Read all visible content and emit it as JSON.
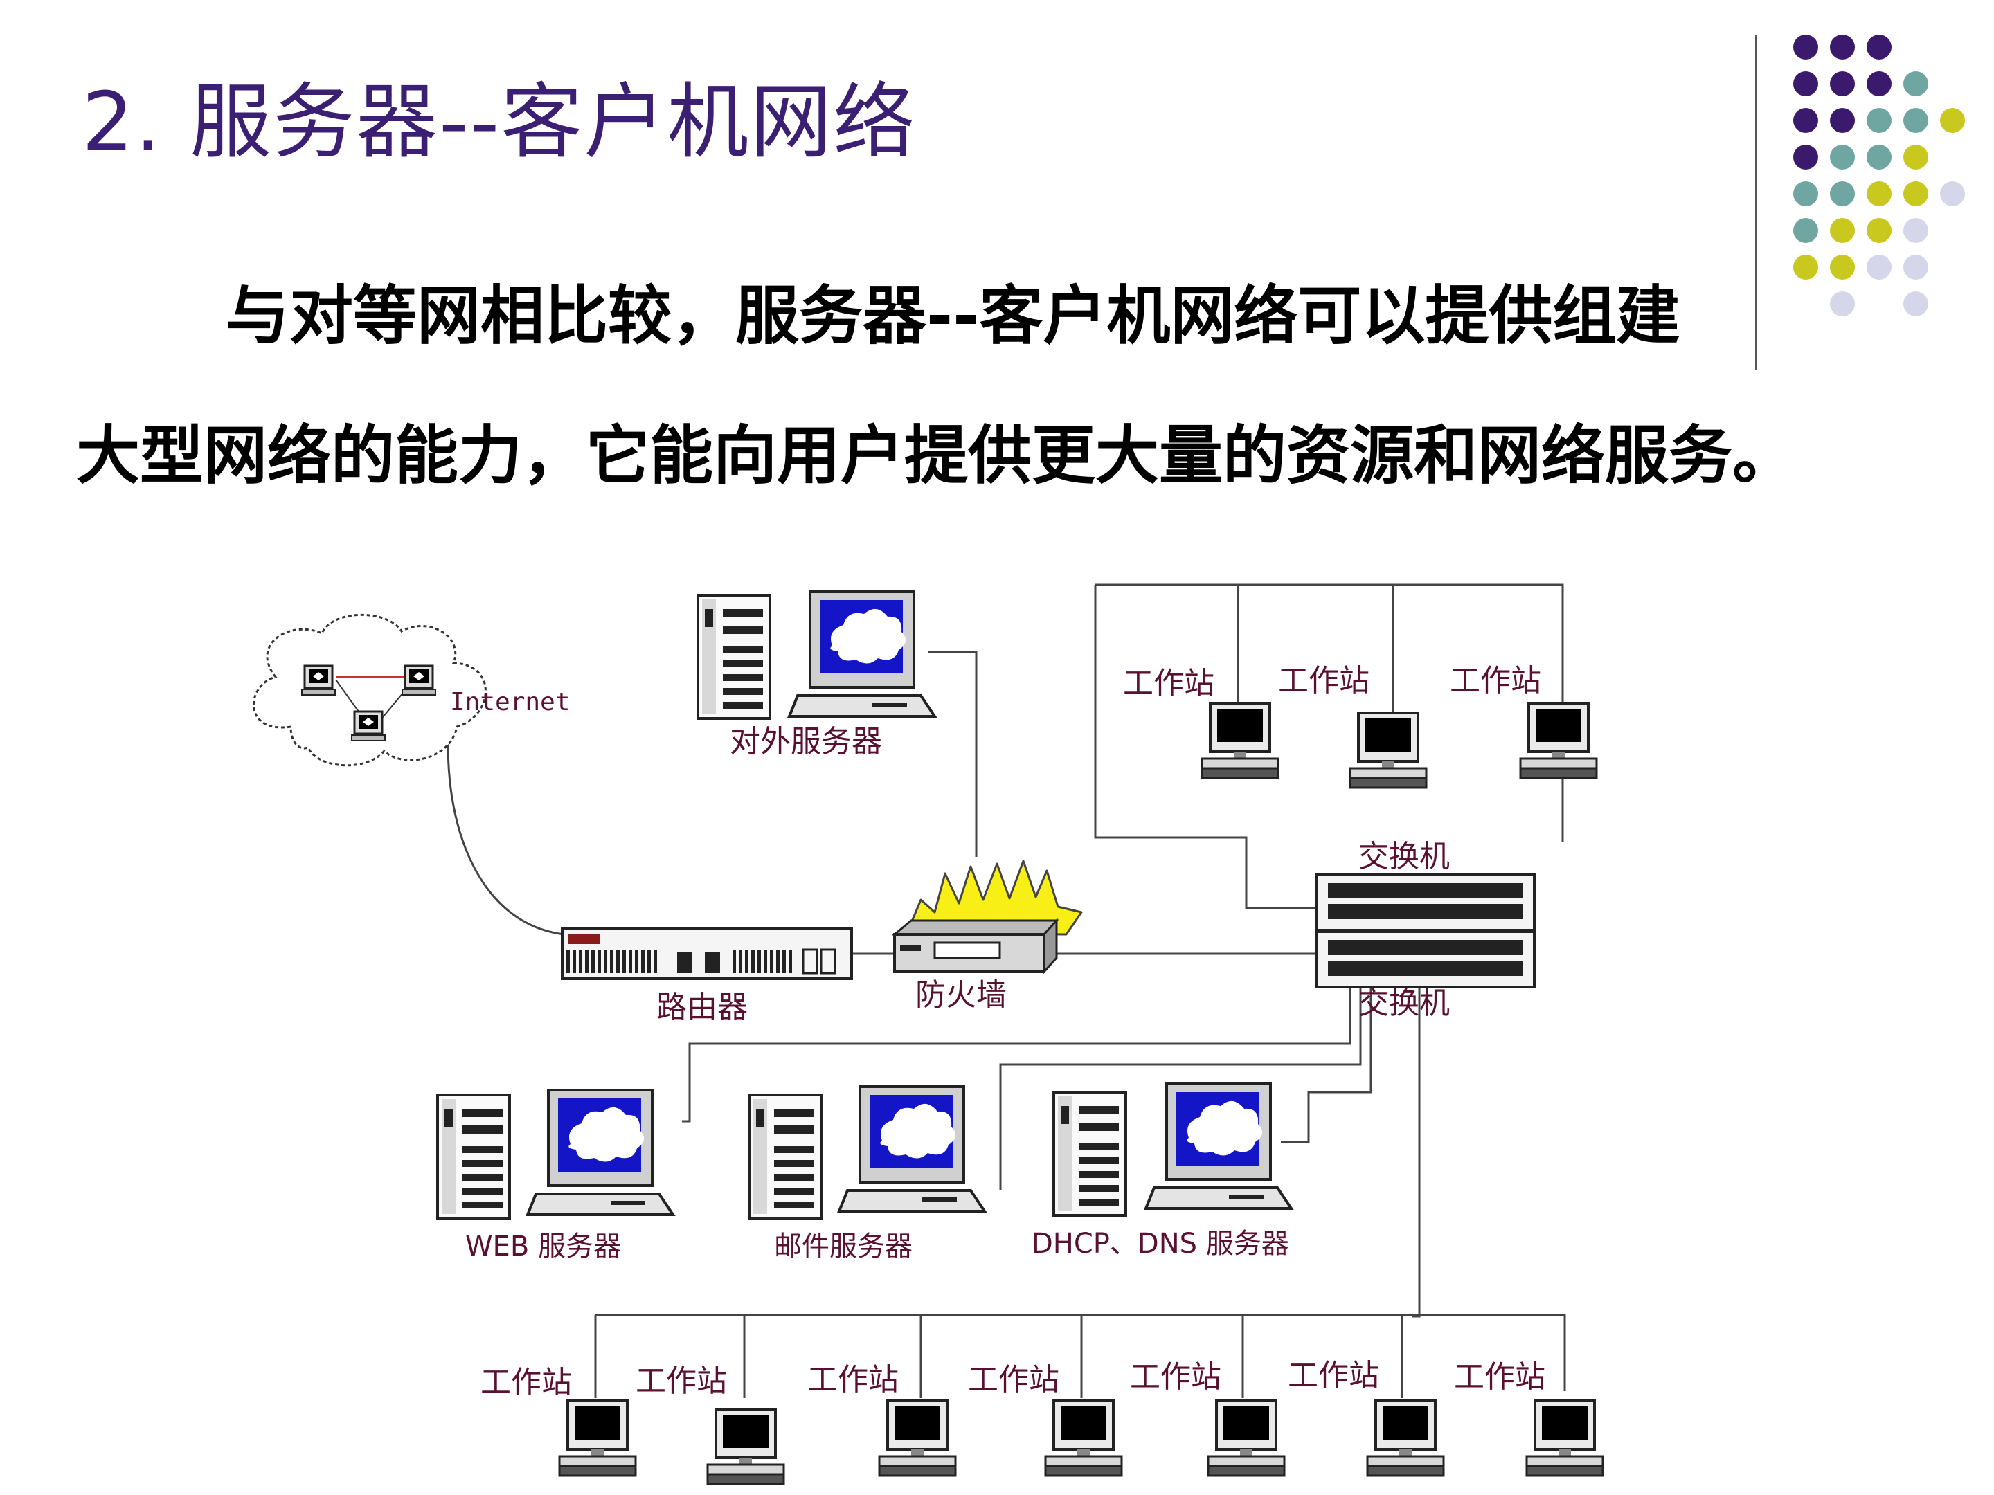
{
  "slide": {
    "title": "2. 服务器--客户机网络",
    "paragraph_line1": "与对等网相比较，服务器--客户机网络可以提供组建",
    "paragraph_line2": "大型网络的能力，它能向用户提供更大量的资源和网络服务。"
  },
  "decor": {
    "dot_colors": [
      "#3b1a6e",
      "#6fa6a1",
      "#c8c81e",
      "#d6d6ea"
    ]
  },
  "diagram": {
    "internet_label": "Internet",
    "external_server_label": "对外服务器",
    "router_label": "路由器",
    "firewall_label": "防火墙",
    "switch_top_label": "交换机",
    "switch_bottom_label": "交换机",
    "web_server_label": "WEB 服务器",
    "mail_server_label": "邮件服务器",
    "dhcp_dns_server_label": "DHCP、DNS 服务器",
    "workstation_label": "工作站",
    "top_workstations": [
      "工作站",
      "工作站",
      "工作站"
    ],
    "bottom_workstations": [
      "工作站",
      "工作站",
      "工作站",
      "工作站",
      "工作站",
      "工作站",
      "工作站"
    ]
  }
}
